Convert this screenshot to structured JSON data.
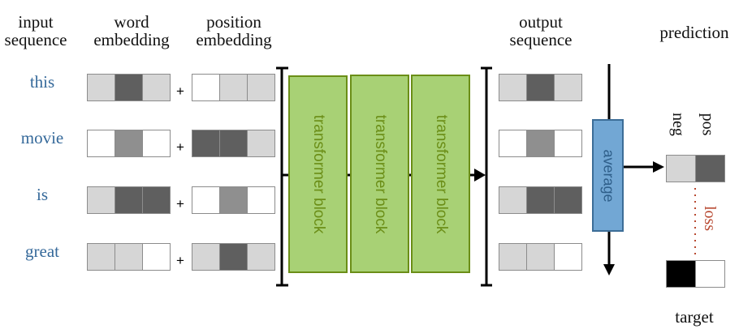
{
  "headers": {
    "input_sequence": [
      "input",
      "sequence"
    ],
    "word_embedding": [
      "word",
      "embedding"
    ],
    "position_embedding": [
      "position",
      "embedding"
    ],
    "output_sequence": [
      "output",
      "sequence"
    ],
    "prediction": "prediction",
    "target": "target"
  },
  "colors": {
    "light": "#d6d6d6",
    "dark": "#5f5f5f",
    "mid": "#8f8f8f",
    "white": "#ffffff",
    "black": "#000000",
    "word_text": "#35699a",
    "block_fill": "#a8d175",
    "block_border": "#6b8e17",
    "avg_fill": "#72a7d4",
    "avg_border": "#3c6d97",
    "loss": "#b84a32"
  },
  "tokens": [
    {
      "word": "this",
      "word_embedding": [
        "light",
        "dark",
        "light"
      ],
      "position_embedding": [
        "white",
        "light",
        "light"
      ],
      "output": [
        "light",
        "dark",
        "light"
      ]
    },
    {
      "word": "movie",
      "word_embedding": [
        "white",
        "mid",
        "white"
      ],
      "position_embedding": [
        "dark",
        "dark",
        "light"
      ],
      "output": [
        "white",
        "mid",
        "white"
      ]
    },
    {
      "word": "is",
      "word_embedding": [
        "light",
        "dark",
        "dark"
      ],
      "position_embedding": [
        "white",
        "mid",
        "white"
      ],
      "output": [
        "light",
        "dark",
        "dark"
      ]
    },
    {
      "word": "great",
      "word_embedding": [
        "light",
        "light",
        "white"
      ],
      "position_embedding": [
        "light",
        "dark",
        "light"
      ],
      "output": [
        "light",
        "light",
        "white"
      ]
    }
  ],
  "plus_sign": "+",
  "transformer_blocks": [
    "transformer block",
    "transformer block",
    "transformer block"
  ],
  "average_label": "average",
  "prediction": {
    "class_labels": [
      "neg",
      "pos"
    ],
    "cells": [
      "light",
      "dark"
    ]
  },
  "target_cells": [
    "black",
    "white"
  ],
  "loss_label": "loss"
}
